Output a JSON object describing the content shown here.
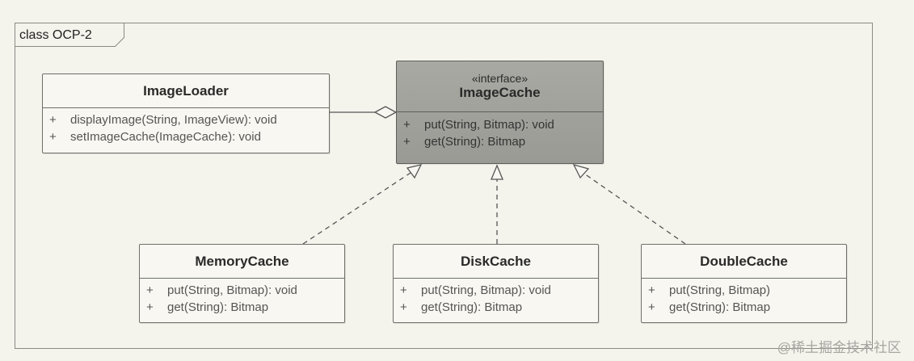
{
  "diagram": {
    "frame_label": "class OCP-2",
    "colors": {
      "background": "#f4f3ec",
      "class_fill": "#f8f7f1",
      "interface_fill": "#a3a39e",
      "line": "#555555"
    },
    "classes": {
      "image_loader": {
        "name": "ImageLoader",
        "operations": [
          {
            "visibility": "+",
            "signature": "displayImage(String, ImageView): void"
          },
          {
            "visibility": "+",
            "signature": "setImageCache(ImageCache): void"
          }
        ]
      },
      "image_cache": {
        "stereotype": "«interface»",
        "name": "ImageCache",
        "operations": [
          {
            "visibility": "+",
            "signature": "put(String, Bitmap): void"
          },
          {
            "visibility": "+",
            "signature": "get(String): Bitmap"
          }
        ]
      },
      "memory_cache": {
        "name": "MemoryCache",
        "operations": [
          {
            "visibility": "+",
            "signature": "put(String, Bitmap): void"
          },
          {
            "visibility": "+",
            "signature": "get(String): Bitmap"
          }
        ]
      },
      "disk_cache": {
        "name": "DiskCache",
        "operations": [
          {
            "visibility": "+",
            "signature": "put(String, Bitmap): void"
          },
          {
            "visibility": "+",
            "signature": "get(String): Bitmap"
          }
        ]
      },
      "double_cache": {
        "name": "DoubleCache",
        "operations": [
          {
            "visibility": "+",
            "signature": "put(String, Bitmap)"
          },
          {
            "visibility": "+",
            "signature": "get(String): Bitmap"
          }
        ]
      }
    },
    "relationships": [
      {
        "type": "aggregation",
        "from": "ImageLoader",
        "to": "ImageCache"
      },
      {
        "type": "realization",
        "from": "MemoryCache",
        "to": "ImageCache"
      },
      {
        "type": "realization",
        "from": "DiskCache",
        "to": "ImageCache"
      },
      {
        "type": "realization",
        "from": "DoubleCache",
        "to": "ImageCache"
      }
    ]
  },
  "watermark": "@稀土掘金技术社区"
}
